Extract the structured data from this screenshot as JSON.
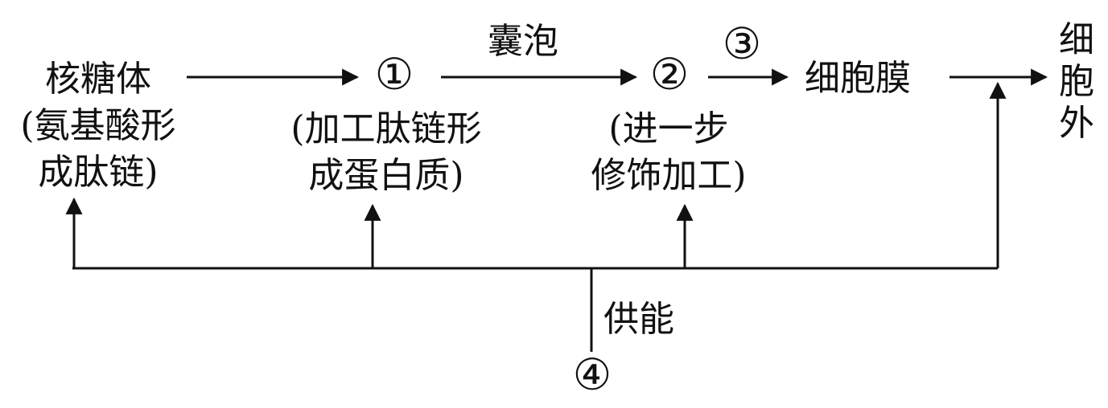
{
  "nodes": {
    "ribosome": {
      "label": "核糖体",
      "note_lines": [
        "(氨基酸形",
        "成肽链)"
      ]
    },
    "step1": {
      "marker": "①",
      "note_lines": [
        "(加工肽链形",
        "成蛋白质)"
      ]
    },
    "step2": {
      "marker": "②",
      "note_lines": [
        "(进一步",
        "修饰加工)"
      ]
    },
    "membrane": {
      "label": "细胞膜"
    },
    "outside": {
      "chars": [
        "细",
        "胞",
        "外"
      ]
    },
    "energy": {
      "marker": "④"
    }
  },
  "edges": {
    "vesicle_label": "囊泡",
    "step3_marker": "③",
    "energy_label": "供能"
  },
  "colors": {
    "ink": "#111111",
    "background": "#ffffff"
  }
}
